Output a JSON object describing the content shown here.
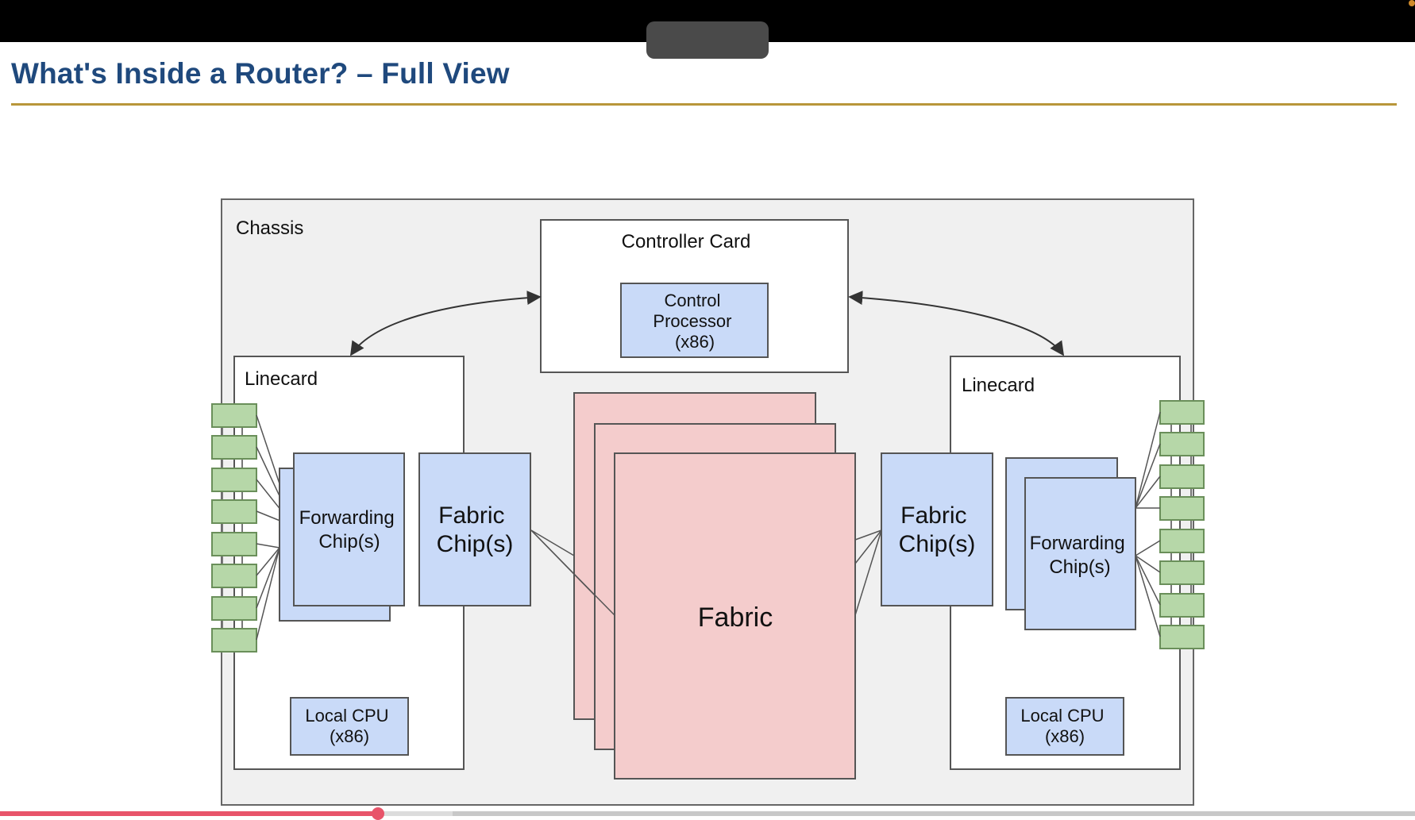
{
  "slide": {
    "title": "What's Inside a Router? – Full View"
  },
  "diagram": {
    "chassis_label": "Chassis",
    "controller_card": {
      "label": "Controller Card",
      "processor_lines": [
        "Control",
        "Processor",
        "(x86)"
      ]
    },
    "left_linecard": {
      "label": "Linecard",
      "forwarding_lines": [
        "Forwarding",
        "Chip(s)"
      ],
      "fabric_lines": [
        "Fabric",
        "Chip(s)"
      ],
      "cpu_lines": [
        "Local CPU",
        "(x86)"
      ]
    },
    "right_linecard": {
      "label": "Linecard",
      "forwarding_lines": [
        "Forwarding",
        "Chip(s)"
      ],
      "fabric_lines": [
        "Fabric",
        "Chip(s)"
      ],
      "cpu_lines": [
        "Local CPU",
        "(x86)"
      ]
    },
    "fabric_label": "Fabric",
    "colors": {
      "chassis_fill": "#f0f0f0",
      "chip_fill": "#c9daf8",
      "fabric_fill": "#f4cccc",
      "port_fill": "#b6d7a8"
    }
  },
  "player": {
    "progress": 0.267,
    "buffered": 0.32
  }
}
